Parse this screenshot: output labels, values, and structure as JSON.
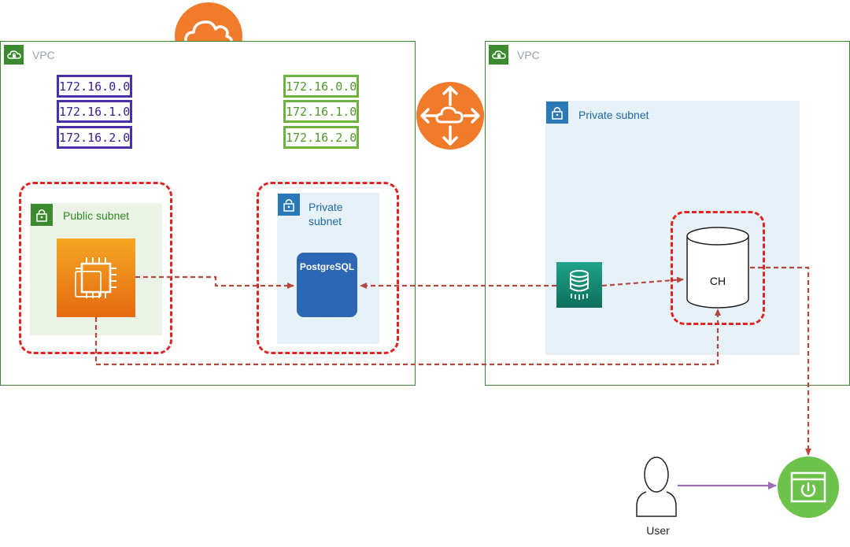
{
  "diagram": {
    "left_vpc": {
      "label": "VPC",
      "cidr_blocks_purple": [
        "172.16.0.0",
        "172.16.1.0",
        "172.16.2.0"
      ],
      "cidr_blocks_green": [
        "172.16.0.0",
        "172.16.1.0",
        "172.16.2.0"
      ],
      "public_subnet": {
        "label": "Public subnet"
      },
      "private_subnet": {
        "label_line1": "Private",
        "label_line2": "subnet"
      },
      "database": {
        "label": "PostgreSQL"
      }
    },
    "right_vpc": {
      "label": "VPC",
      "private_subnet": {
        "label": "Private subnet"
      },
      "clickhouse": {
        "label": "CH"
      }
    },
    "user": {
      "label": "User"
    },
    "icons": {
      "cloud": "cloud-icon",
      "peering": "vpc-peering-icon",
      "ec2": "ec2-instance-icon",
      "dms": "database-migration-icon",
      "endpoint": "endpoint-icon",
      "user": "user-icon"
    },
    "colors": {
      "vpc_border": "#3c8a2e",
      "dashed_highlight": "#e02424",
      "connector": "#b5473f",
      "user_arrow": "#9c6bb5",
      "orange": "#ef7b2b"
    }
  }
}
